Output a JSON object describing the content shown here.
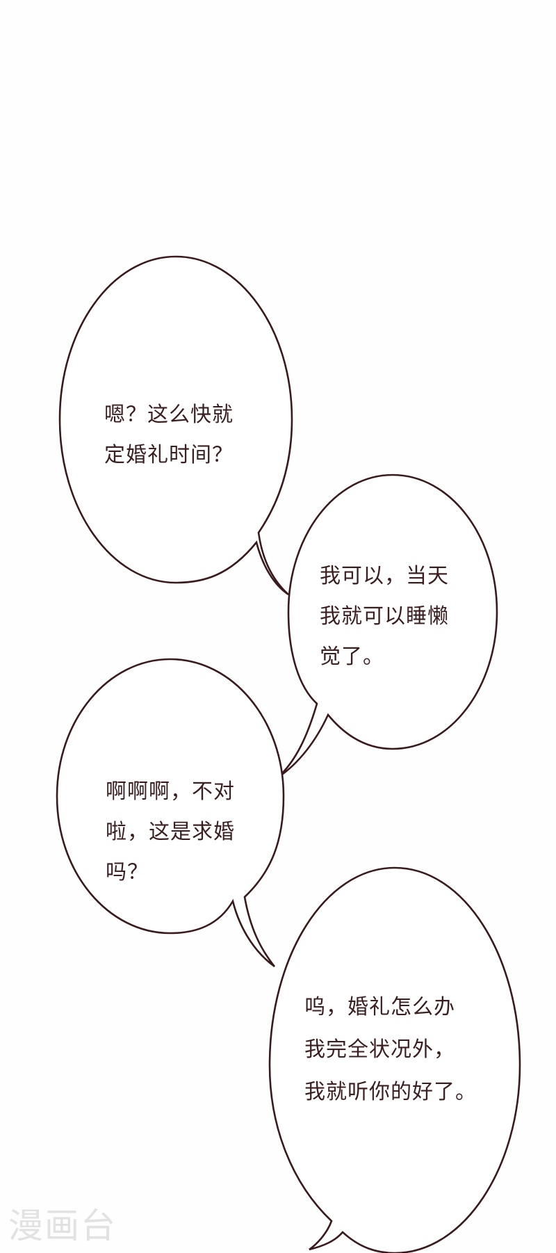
{
  "comic": {
    "colors": {
      "background": "#ffffff",
      "bubble_stroke": "#3a1a1c",
      "text": "#3b1e20",
      "watermark": "#e2e2e2"
    },
    "bubbles": [
      {
        "speaker_side": "left",
        "lines": [
          "嗯？这么快就",
          "定婚礼时间？"
        ]
      },
      {
        "speaker_side": "right",
        "lines": [
          "我可以，当天",
          "我就可以睡懒",
          "觉了。"
        ]
      },
      {
        "speaker_side": "left",
        "lines": [
          "啊啊啊，不对",
          "啦，这是求婚",
          "吗？"
        ]
      },
      {
        "speaker_side": "right",
        "lines": [
          "呜，婚礼怎么办",
          "我完全状况外，",
          "我就听你的好了。"
        ]
      }
    ],
    "watermark": "漫画台"
  }
}
